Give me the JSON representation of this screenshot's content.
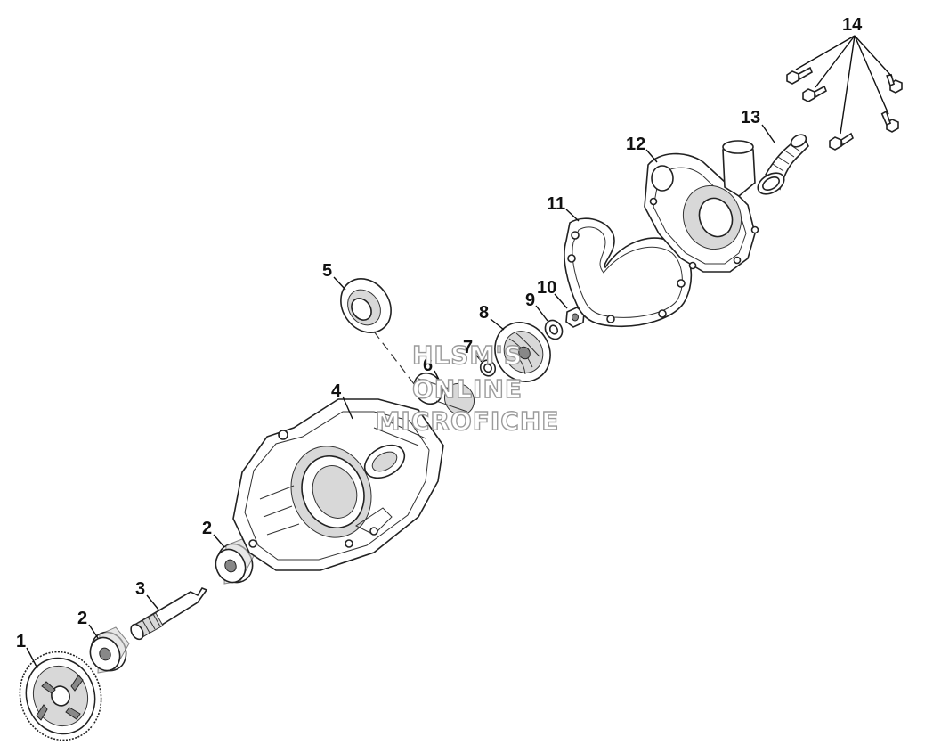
{
  "diagram": {
    "callouts": [
      "1",
      "2",
      "2",
      "3",
      "4",
      "5",
      "6",
      "7",
      "8",
      "9",
      "10",
      "11",
      "12",
      "13",
      "14"
    ],
    "watermark": {
      "line1": "HLSM'S",
      "line2": "ONLINE",
      "line3": "MICROFICHE"
    }
  }
}
